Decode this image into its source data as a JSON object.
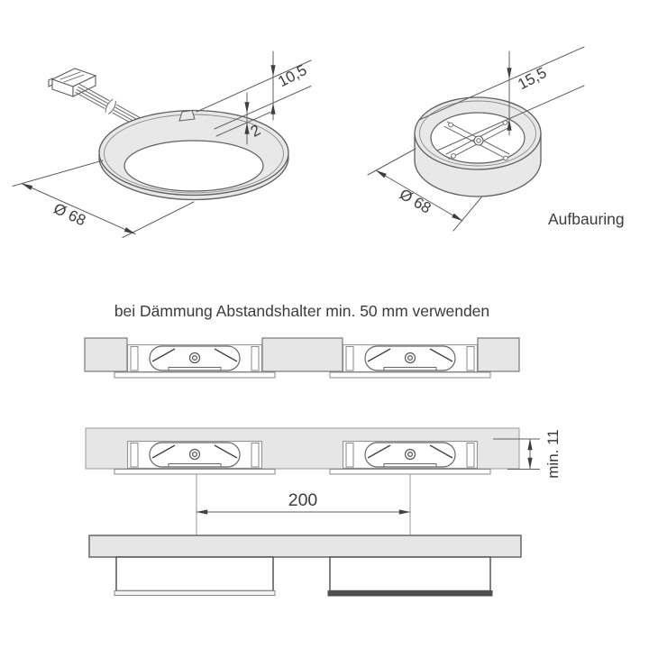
{
  "diagram": {
    "caption": "bei Dämmung Abstandshalter min. 50 mm verwenden",
    "recessed_view": {
      "dim_depth": "10,5",
      "dim_rim_height": "2",
      "dim_diameter": "Ø 68"
    },
    "surface_view": {
      "label": "Aufbauring",
      "dim_height": "15,5",
      "dim_diameter": "Ø 68"
    },
    "installation": {
      "dim_center_spacing": "200",
      "dim_min_depth": "min. 11"
    },
    "colors": {
      "line": "#5f5f5f",
      "panel_fill": "#e6e6e6",
      "text": "#3c3c3c",
      "dark_strip": "#4f4f4f"
    }
  }
}
